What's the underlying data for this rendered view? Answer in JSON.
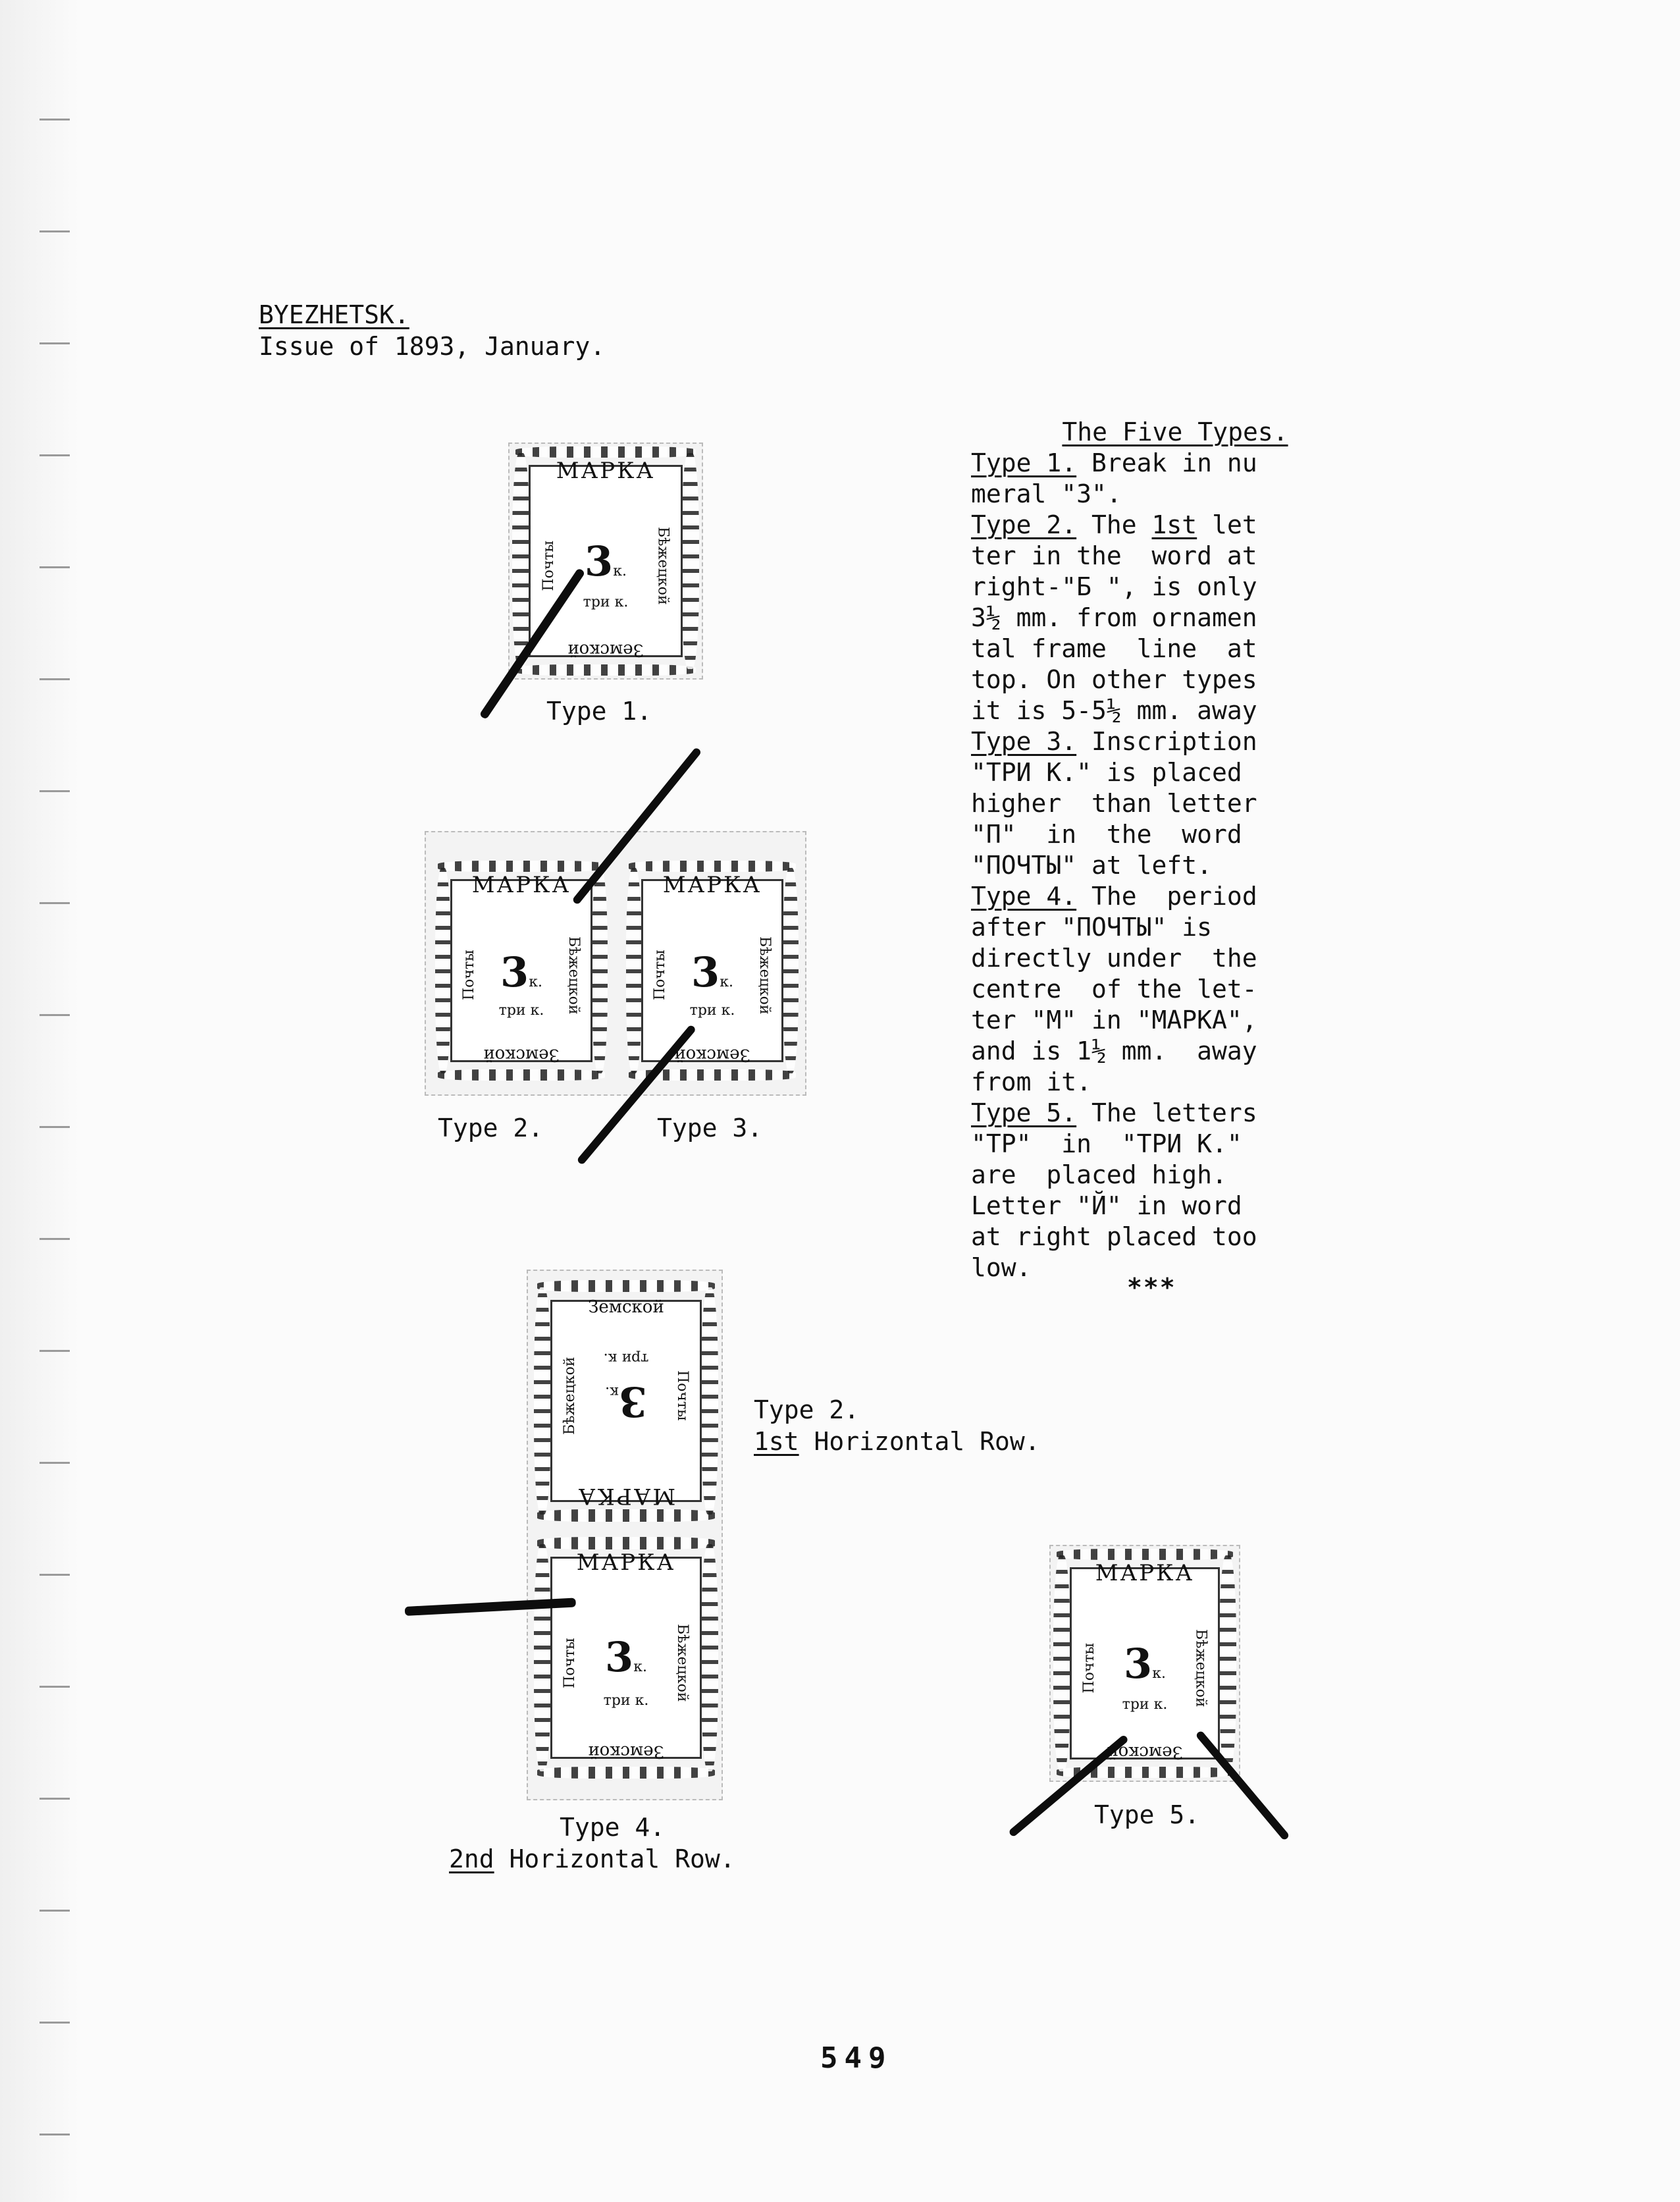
{
  "header": {
    "title": "BYEZHETSK.",
    "subtitle": "Issue of 1893, January."
  },
  "types_text": {
    "heading": "The Five Types.",
    "type1": {
      "label": "Type 1.",
      "lines": [
        " Break in nu",
        "meral \"3\"."
      ]
    },
    "type2": {
      "label": "Type 2.",
      "l1_a": " The ",
      "l1_u": "1st",
      "l1_b": " let",
      "lines": [
        "ter in the  word at",
        "right-\"Б \", is only",
        "3½ mm. from ornamen",
        "tal frame  line  at",
        "top. On other types",
        "it is 5-5½ mm. away"
      ]
    },
    "type3": {
      "label": "Type 3.",
      "lines": [
        " Inscription",
        "\"ТРИ К.\" is placed",
        "higher  than letter",
        "\"П\"  in  the  word",
        "\"ПОЧТЫ\" at left."
      ]
    },
    "type4": {
      "label": "Type 4.",
      "lines": " The  period",
      "more": [
        "after \"ПОЧТЫ\" is",
        "directly under  the",
        "centre  of the let-",
        "ter \"M\" in \"MAPKA\",",
        "and is 1½ mm.  away",
        "from it."
      ]
    },
    "type5": {
      "label": "Type 5.",
      "lines": " The letters",
      "more": [
        "\"TP\"  in  \"ТРИ К.\"",
        "are  placed high.",
        "Letter \"Й\" in word",
        "at right placed too",
        "low."
      ]
    },
    "end_mark": "***"
  },
  "captions": {
    "type1": "Type 1.",
    "type2": "Type 2.",
    "type3": "Type 3.",
    "pair_type2": "Type 2.",
    "pair_row1_u": "1st",
    "pair_row1_rest": " Horizontal Row.",
    "pair_type4": "Type 4.",
    "pair_row2_u": "2nd",
    "pair_row2_rest": " Horizontal Row.",
    "type5": "Type 5."
  },
  "stamp_text": {
    "top": "МАРКА",
    "numeral": "3",
    "numeral_suffix": "к.",
    "value": "три к.",
    "left": "Почты",
    "right": "Бѣжецкой",
    "bottom": "Земской"
  },
  "page_number": "549"
}
